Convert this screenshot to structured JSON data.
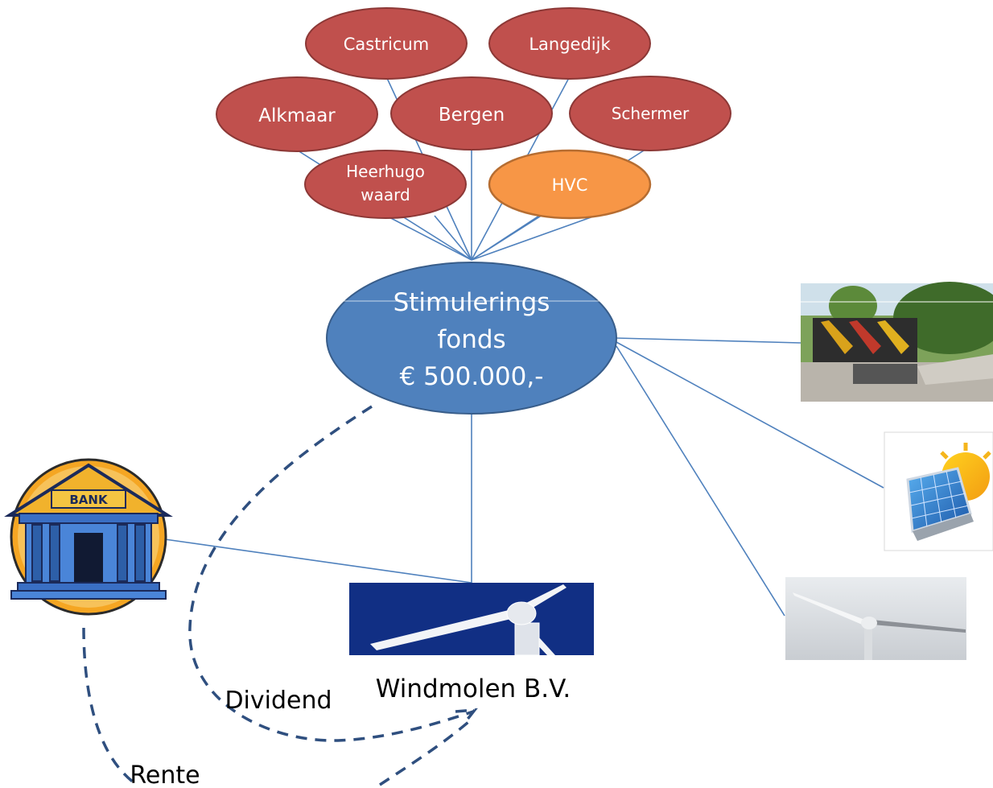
{
  "municipalities": [
    {
      "id": "castricum",
      "label": "Castricum"
    },
    {
      "id": "langedijk",
      "label": "Langedijk"
    },
    {
      "id": "alkmaar",
      "label": "Alkmaar"
    },
    {
      "id": "bergen",
      "label": "Bergen"
    },
    {
      "id": "schermer",
      "label": "Schermer"
    },
    {
      "id": "heerhugowaard",
      "label_line1": "Heerhugo",
      "label_line2": "waard"
    },
    {
      "id": "hvc",
      "label": "HVC"
    }
  ],
  "fund": {
    "line1": "Stimulerings",
    "line2": "fonds",
    "line3": "€ 500.000,-"
  },
  "windmill_company": {
    "label": "Windmolen B.V."
  },
  "bank": {
    "sign": "BANK"
  },
  "flows": {
    "dividend": "Dividend",
    "interest": "Rente"
  },
  "colors": {
    "municipality_fill": "#c0504d",
    "municipality_stroke": "#8c3836",
    "hvc_fill": "#f79646",
    "hvc_stroke": "#b66d31",
    "fund_fill": "#4f81bd",
    "fund_stroke": "#385d8a",
    "connector": "#4f81bd",
    "dashed": "#2f4f7f"
  },
  "icons": [
    "bank-building-icon",
    "modular-building-photo",
    "solar-panel-icon",
    "wind-turbine-photo"
  ]
}
